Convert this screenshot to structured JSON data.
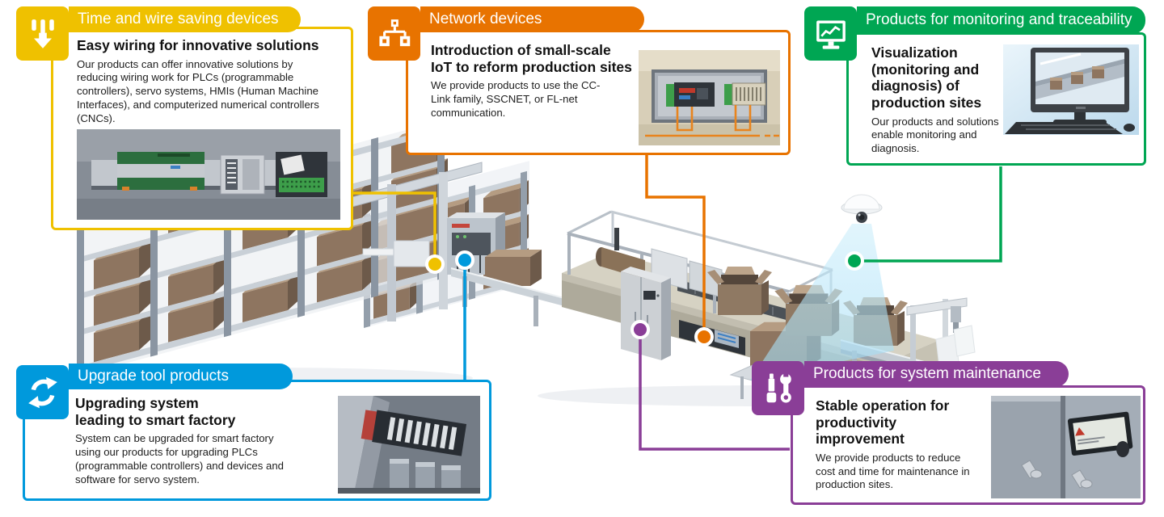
{
  "page": {
    "background": "#ffffff",
    "type": "factory-automation-solution-diagram"
  },
  "callouts": [
    {
      "accent": "#EFC100",
      "header": "Time and wire saving devices",
      "icon": "wiring-down-arrow-icon",
      "title": "Easy wiring for innovative solutions",
      "body": "Our products can offer innovative solutions by reducing wiring work for PLCs (programmable controllers), servo systems, HMIs (Human Machine Interfaces), and computerized numerical controllers (CNCs).",
      "photo": "din-rail-wiring-devices-photo"
    },
    {
      "accent": "#E87300",
      "header": "Network devices",
      "icon": "network-tree-icon",
      "title": "Introduction of small-scale IoT to reform production sites",
      "body": "We provide products to use the CC-Link family, SSCNET, or FL-net communication.",
      "photo": "network-control-panel-photo"
    },
    {
      "accent": "#00A653",
      "header": "Products for monitoring and traceability",
      "icon": "monitor-chart-icon",
      "title": "Visualization (monitoring and diagnosis) of production sites",
      "body": "Our products and solutions enable monitoring and diagnosis.",
      "photo": "monitoring-computer-photo"
    },
    {
      "accent": "#0099DC",
      "header": "Upgrade tool products",
      "icon": "refresh-arrows-icon",
      "title": "Upgrading system leading to smart factory",
      "body": "System can be upgraded for smart factory using our products for upgrading PLCs (programmable controllers) and devices and software for servo system.",
      "photo": "plc-upgrade-rack-photo"
    },
    {
      "accent": "#8A3E97",
      "header": "Products for system maintenance",
      "icon": "screwdriver-wrench-icon",
      "title": "Stable operation for productivity improvement",
      "body": "We provide products to reduce cost and time for maintenance in production sites.",
      "photo": "cabinet-hmi-panel-photo"
    }
  ],
  "illustration": {
    "elements": [
      "warehouse-racks",
      "storage-boxes",
      "stacker-crane",
      "rack-controller",
      "infeed-conveyor",
      "production-line",
      "safety-railing",
      "control-cabinet",
      "machine-io-panel",
      "open-shipping-boxes",
      "packing-table",
      "outfeed-conveyor",
      "pick-and-place-robot",
      "surveillance-camera",
      "camera-view-cone"
    ],
    "cone_color": "#A8DEF5",
    "box_color": "#8E7560"
  }
}
